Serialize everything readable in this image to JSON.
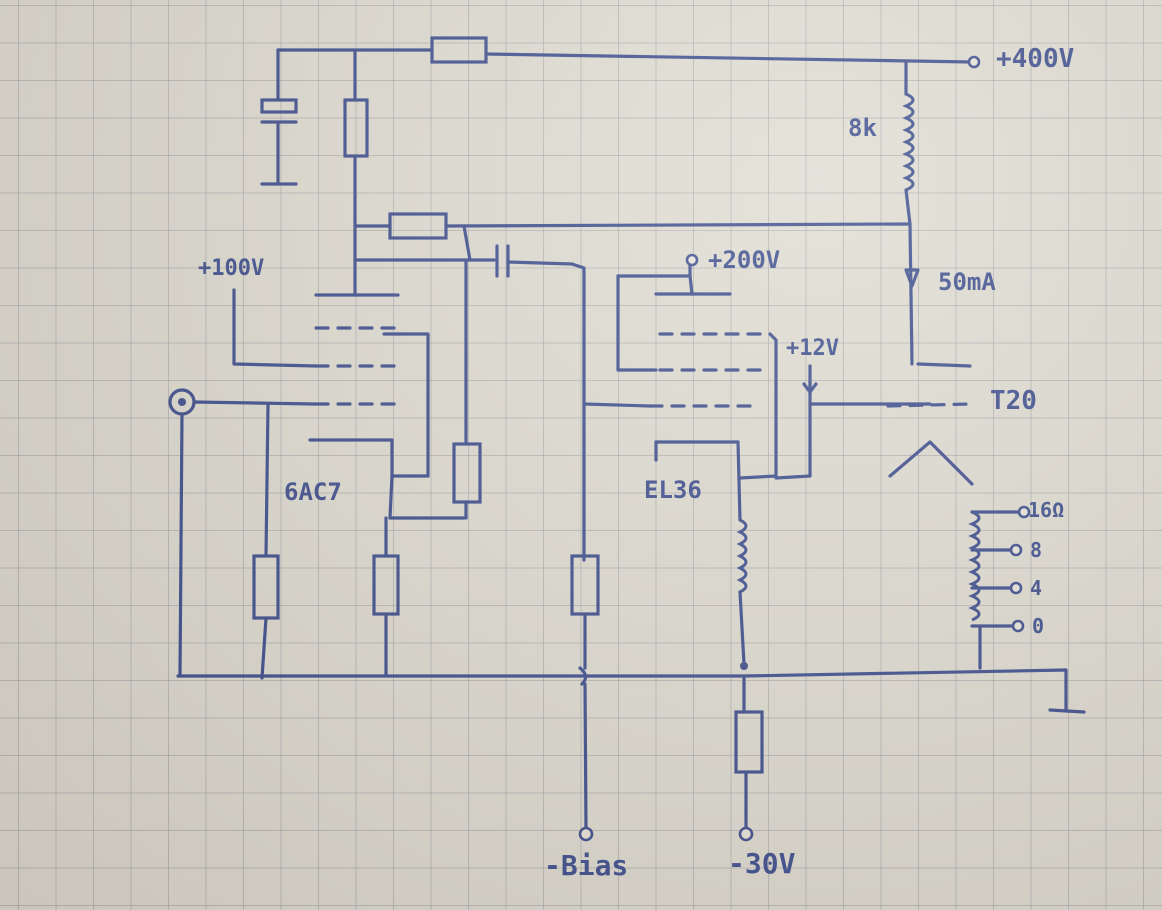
{
  "labels": {
    "supply_high": "+400V",
    "inductance": "8k",
    "current": "50mA",
    "screen_6ac7": "+100V",
    "screen_el36": "+200V",
    "cathode_bias": "+12V",
    "transformer": "T20",
    "tube_input": "6AC7",
    "tube_output": "EL36",
    "tap_16": "16Ω",
    "tap_8": "8",
    "tap_4": "4",
    "tap_0": "0",
    "bias": "-Bias",
    "supply_negative": "-30V"
  }
}
